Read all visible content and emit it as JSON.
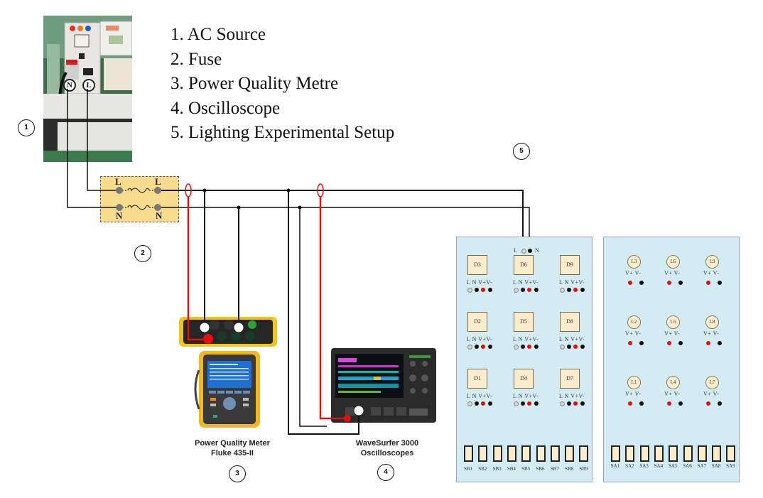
{
  "legend": {
    "items": [
      "1. AC Source",
      "2. Fuse",
      "3. Power Quality Metre",
      "4. Oscilloscope",
      "5. Lighting Experimental Setup"
    ]
  },
  "markers": [
    "1",
    "2",
    "3",
    "4",
    "5"
  ],
  "ac_source": {
    "terminals": [
      "N",
      "L"
    ]
  },
  "fuse": {
    "labels_top": [
      "L",
      "L"
    ],
    "labels_bottom": [
      "N",
      "N"
    ]
  },
  "pq_meter": {
    "caption_line1": "Power Quality Meter",
    "caption_line2": "Fluke 435-II"
  },
  "oscilloscope": {
    "caption_line1": "WaveSurfer 3000",
    "caption_line2": "Oscilloscopes"
  },
  "panel_d": {
    "input_labels": [
      "L",
      "N"
    ],
    "terminal_labels": "L  N V+V-",
    "drivers": [
      [
        "D3",
        "D6",
        "D9"
      ],
      [
        "D2",
        "D5",
        "D8"
      ],
      [
        "D1",
        "D4",
        "D7"
      ]
    ],
    "switches": [
      "SB1",
      "SB2",
      "SB3",
      "SB4",
      "SB5",
      "SB6",
      "SB7",
      "SB8",
      "SB9"
    ]
  },
  "panel_l": {
    "terminal_labels": "V+   V-",
    "lamps": [
      [
        "L3",
        "L6",
        "L9"
      ],
      [
        "L2",
        "L5",
        "L8"
      ],
      [
        "L1",
        "L4",
        "L7"
      ]
    ],
    "switches": [
      "SA1",
      "SA2",
      "SA3",
      "SA4",
      "SA5",
      "SA6",
      "SA7",
      "SA8",
      "SA9"
    ]
  },
  "colors": {
    "wire": "#111111",
    "current_probe": "#e01010",
    "fuse_box_fill": "#f8dc8e",
    "panel_fill": "#d3ecf4",
    "terminal_box_fill": "#fbeccb"
  }
}
